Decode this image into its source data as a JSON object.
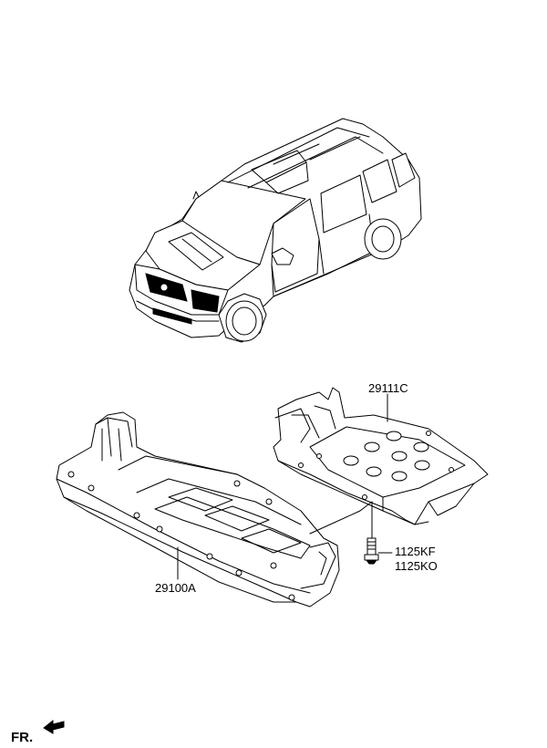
{
  "labels": {
    "part_under_cover_rear": "29111C",
    "part_under_cover_front": "29100A",
    "bolt_1": "1125KF",
    "bolt_2": "1125KO"
  },
  "direction": {
    "text": "FR."
  }
}
